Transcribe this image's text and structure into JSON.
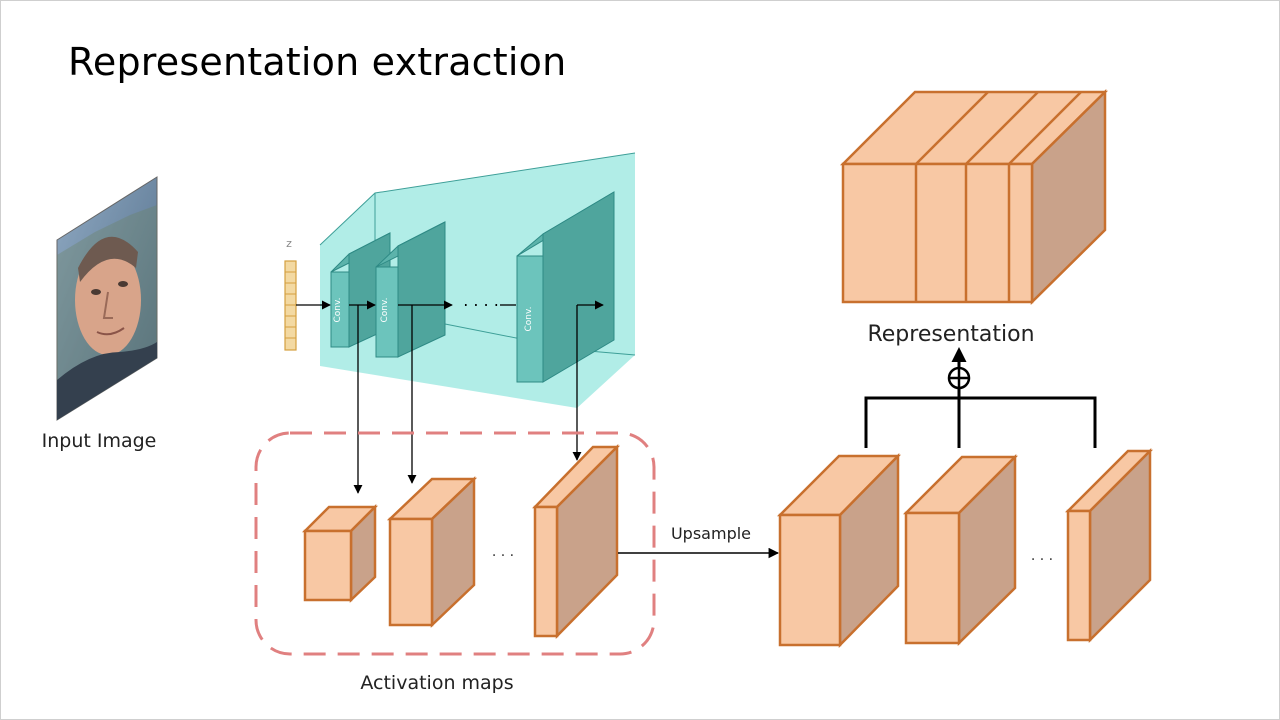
{
  "slide": {
    "title": "Representation extraction",
    "input_label": "Input Image",
    "z_label": "z",
    "conv_labels": [
      "Conv.",
      "Conv.",
      "Conv."
    ],
    "ellipsis": ". . . .",
    "small_ellipsis": ". . .",
    "upsample_label": "Upsample",
    "activation_label": "Activation maps",
    "representation_label": "Representation",
    "concat_symbol": "⊕"
  },
  "colors": {
    "box_front": "#f8c8a4",
    "box_side": "#c9a28a",
    "box_stroke": "#c8702e",
    "net_fill": "#a9ebe4",
    "conv_front": "#6cc4bc",
    "conv_stroke": "#2e8a85",
    "dashed_border": "#e08080",
    "vector_fill": "#f3d9a2",
    "vector_stroke": "#d4a040"
  }
}
